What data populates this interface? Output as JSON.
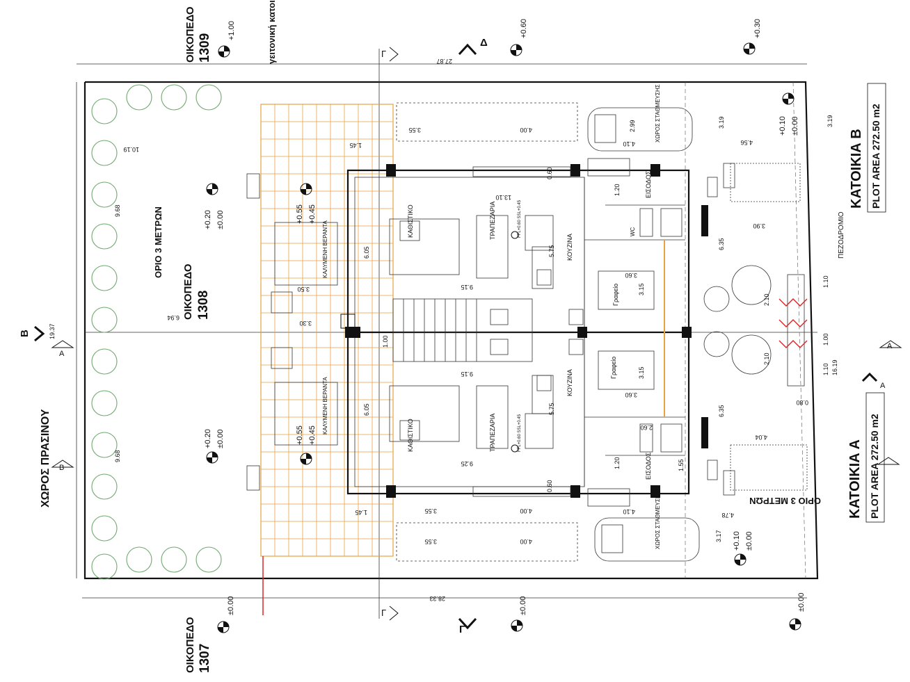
{
  "plots": {
    "top_left": {
      "label": "ΟΙΚΟΠΕΔΟ",
      "number": "1309"
    },
    "neighbor": "γειτονική κατοικία",
    "center": {
      "label": "ΟΙΚΟΠΕΔΟ",
      "number": "1308"
    },
    "bottom_left": {
      "label": "ΟΙΚΟΠΕΔΟ",
      "number": "1307"
    }
  },
  "green_space": "ΧΩΡΟΣ ΠΡΑΣΙΝΟΥ",
  "setback_top": "ΟΡΙΟ 3 ΜΕΤΡΩΝ",
  "setback_bottom": "ΟΡΙΟ 3 ΜΕΤΡΩΝ",
  "sidewalk": "ΠΕΖΟΔΡΟΜΙΟ",
  "house_b": {
    "title": "ΚΑΤΟΙΚΙΑ Β",
    "area": "PLOT AREA 272.50 m2"
  },
  "house_a": {
    "title": "ΚΑΤΟΙΚΙΑ Α",
    "area": "PLOT AREA 272.50 m2"
  },
  "rooms": {
    "living_top": "ΚΑΘΙΣΤΙΚΟ",
    "dining_top": "ΤΡΑΠΕΖΑΡΙΑ",
    "kitchen_top": "ΚΟΥΖΙΝΑ",
    "office_top": "Γραφείο",
    "entrance_top": "ΕΙΣΟΔΟΣ",
    "wc_top": "WC",
    "veranda_top": "ΚΑΛΥΜΕΝΗ ΒΕΡΑΝΤΑ",
    "parking_top": "ΧΩΡΟΣ ΣΤΑΘΜΕΥΣΗΣ",
    "living_bottom": "ΚΑΘΙΣΤΙΚΟ",
    "dining_bottom": "ΤΡΑΠΕΖΑΡΙΑ",
    "kitchen_bottom": "ΚΟΥΖΙΝΑ",
    "office_bottom": "Γραφείο",
    "entrance_bottom": "ΕΙΣΟΔΟΣ",
    "veranda_bottom": "ΚΑΛΥΜΕΝΗ ΒΕΡΑΝΤΑ",
    "parking_bottom": "ΧΩΡΟΣ ΣΤΑΘΜΕΥΣΗΣ"
  },
  "sections": {
    "a": "A",
    "b": "B",
    "g": "Γ",
    "d": "Δ"
  },
  "levels": {
    "l100": "+1.00",
    "l060": "+0.60",
    "l030": "+0.30",
    "l020a": "+0.20",
    "l000a": "±0.00",
    "l020b": "+0.20",
    "l000b": "±0.00",
    "l010a": "+0.10",
    "l000c": "±0.00",
    "l010b": "+0.10",
    "l000d": "±0.00",
    "l055a": "+0.55",
    "l045a": "+0.45",
    "l055b": "+0.55",
    "l045b": "+0.45",
    "b000a": "±0.00",
    "b000b": "±0.00",
    "b000c": "±0.00"
  },
  "dims": {
    "d2787": "27.87",
    "d2833": "28.33",
    "d1019": "10.19",
    "d968a": "9.68",
    "d968b": "9.68",
    "d694": "6.94",
    "d1937": "19.37",
    "d355a": "3.55",
    "d400a": "4.00",
    "d145a": "1.45",
    "d1310": "13.10",
    "d605a": "6.05",
    "d915a": "9.15",
    "d575a": "5.75",
    "d350": "3.50",
    "d330": "3.30",
    "d360a": "3.60",
    "d315a": "3.15",
    "d120a": "1.20",
    "d299": "2.99",
    "d410a": "4.10",
    "d319a": "3.19",
    "d456": "4.56",
    "d319b": "3.19",
    "d390": "3.90",
    "d635a": "6.35",
    "d210a": "2.10",
    "d110a": "1.10",
    "d100a": "1.00",
    "d100b": "1.00",
    "d915b": "9.15",
    "d605b": "6.05",
    "d575b": "5.75",
    "d925": "9.25",
    "d360b": "3.60",
    "d315b": "3.15",
    "d260": "2.60",
    "d120b": "1.20",
    "d155": "1.55",
    "d635b": "6.35",
    "d404": "4.04",
    "d210b": "2.10",
    "d110b": "1.10",
    "d1619": "16.19",
    "d080": "0.80",
    "d355b": "3.55",
    "d400b": "4.00",
    "d145b": "1.45",
    "d410b": "4.10",
    "d478": "4.78",
    "d317": "3.17",
    "d355c": "3.55",
    "d400c": "4.00",
    "d060a": "0.60",
    "d060b": "0.60"
  },
  "ffl": {
    "top": "FFL+0.60 SSL+0.45",
    "bottom": "FFL+0.60 SSL+0.45"
  }
}
